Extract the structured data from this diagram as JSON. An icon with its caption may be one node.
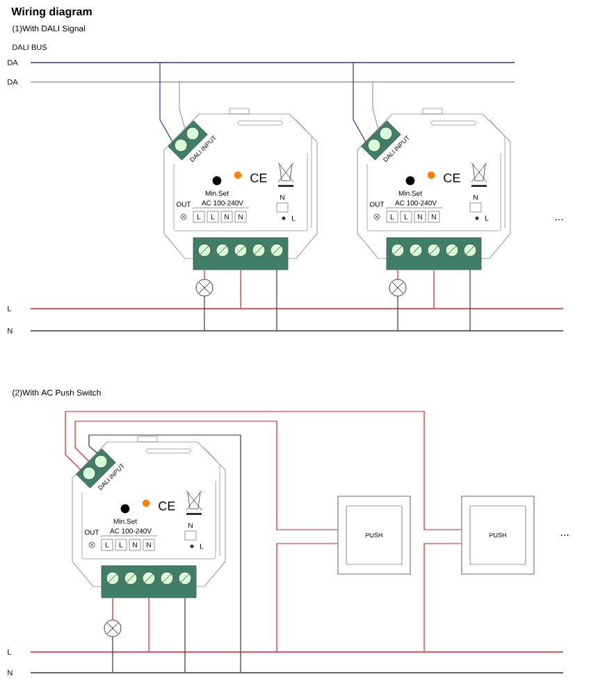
{
  "diagram": {
    "title": "Wiring diagram",
    "nodes": [
      {
        "text": [
          "DA"
        ]
      },
      {
        "text": [
          "DA"
        ]
      },
      {
        "text": [
          "DALI INPUT",
          "Min.Set",
          "OUT",
          "AC 100-240V",
          "L",
          "L",
          "N",
          "N",
          "N",
          "L"
        ]
      },
      {
        "text": [],
        "shape": "circle"
      },
      {
        "text": [
          "DALI INPUT",
          "Min.Set",
          "OUT",
          "AC 100-240V",
          "L",
          "L",
          "N",
          "N",
          "N",
          "L"
        ]
      },
      {
        "text": [],
        "shape": "circle"
      },
      {
        "text": [
          "L"
        ]
      },
      {
        "text": [
          "N"
        ]
      },
      {
        "text": [
          "L"
        ]
      },
      {
        "text": [
          "N"
        ]
      },
      {
        "text": [
          "DALI INPUT",
          "Min.Set",
          "OUT",
          "AC 100-240V",
          "L",
          "L",
          "N",
          "N",
          "N",
          "L"
        ]
      },
      {
        "text": [],
        "shape": "circle"
      },
      {
        "text": [
          "PUSH"
        ]
      },
      {
        "text": [
          "PUSH"
        ]
      }
    ],
    "edges": [
      {
        "from": 2,
        "to": 0,
        "arrow": "none",
        "color": "#2e3192"
      },
      {
        "from": 4,
        "to": 0,
        "arrow": "none",
        "color": "#2e3192"
      },
      {
        "from": 2,
        "to": 1,
        "arrow": "none",
        "color": "#9a9a9a"
      },
      {
        "from": 4,
        "to": 1,
        "arrow": "none",
        "color": "#9a9a9a"
      },
      {
        "from": 2,
        "to": 3,
        "arrow": "none"
      },
      {
        "from": 3,
        "to": 7,
        "arrow": "none",
        "color": "#333333"
      },
      {
        "from": 2,
        "to": 6,
        "arrow": "none"
      },
      {
        "from": 2,
        "to": 7,
        "arrow": "none",
        "color": "#333333"
      },
      {
        "from": 4,
        "to": 5,
        "arrow": "none"
      },
      {
        "from": 5,
        "to": 7,
        "arrow": "none",
        "color": "#333333"
      },
      {
        "from": 4,
        "to": 6,
        "arrow": "none"
      },
      {
        "from": 4,
        "to": 7,
        "arrow": "none",
        "color": "#333333"
      },
      {
        "from": 10,
        "to": 11,
        "arrow": "none"
      },
      {
        "from": 11,
        "to": 9,
        "arrow": "none",
        "color": "#333333"
      },
      {
        "from": 10,
        "to": 8,
        "arrow": "none"
      },
      {
        "from": 10,
        "to": 9,
        "arrow": "none",
        "color": "#333333"
      },
      {
        "from": 10,
        "to": 9,
        "arrow": "none",
        "color": "#333333"
      },
      {
        "from": 10,
        "to": 12,
        "arrow": "none"
      },
      {
        "from": 10,
        "to": 13,
        "arrow": "none"
      },
      {
        "from": 12,
        "to": 8,
        "arrow": "none"
      },
      {
        "from": 13,
        "to": 8,
        "arrow": "none"
      }
    ],
    "labels": [
      "(1)With DALI Signal",
      "DALI BUS",
      "CE",
      "CE",
      "...",
      "(2)With AC Push Switch",
      "CE",
      "..."
    ]
  }
}
